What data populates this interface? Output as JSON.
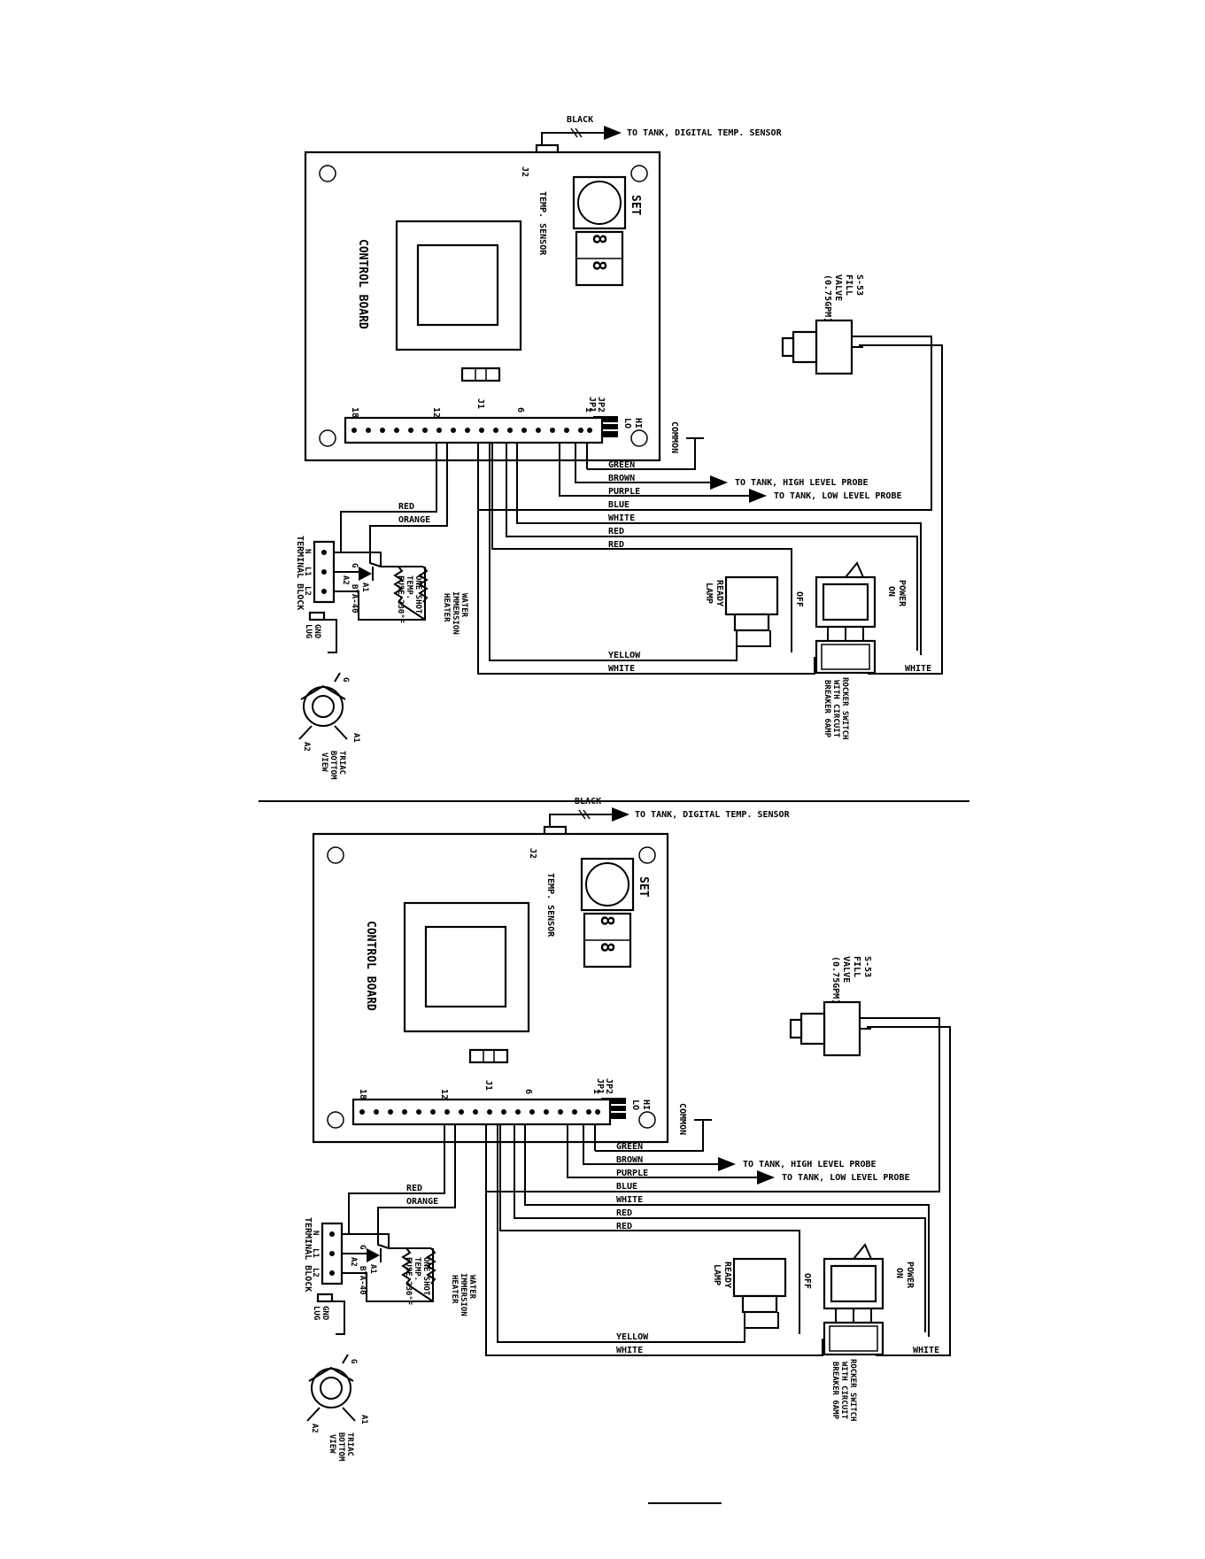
{
  "arrow_text": {
    "black": "BLACK",
    "digital_sensor": "TO TANK, DIGITAL TEMP. SENSOR",
    "high_probe": "TO TANK, HIGH LEVEL PROBE",
    "low_probe": "TO TANK, LOW LEVEL PROBE"
  },
  "board": {
    "j2": "J2",
    "temp_sensor": "TEMP. SENSOR",
    "set": "SET",
    "label": "CONTROL BOARD",
    "j1": "J1",
    "pin18": "18",
    "pin12": "12",
    "pin6": "6",
    "pin1": "1",
    "jp2": "JP2",
    "jp1": "JP1",
    "lo": "LO",
    "hi": "HI",
    "common": "COMMON"
  },
  "fill_valve": {
    "l1": "S-53",
    "l2": "FILL",
    "l3": "VALVE",
    "l4": "(0.75GPM)"
  },
  "wires": {
    "green": "GREEN",
    "brown": "BROWN",
    "purple": "PURPLE",
    "blue": "BLUE",
    "white": "WHITE",
    "red": "RED",
    "orange": "ORANGE",
    "yellow": "YELLOW"
  },
  "terminal": {
    "title": "TERMINAL BLOCK",
    "n": "N",
    "l1": "L1",
    "l2": "L2",
    "gnd": "GND",
    "lug": "LUG"
  },
  "triac": {
    "g": "G",
    "a1": "A1",
    "a2": "A2",
    "part": "BTA-40",
    "t1": "TRIAC",
    "t2": "BOTTOM",
    "t3": "VIEW"
  },
  "fuse": {
    "l1": "ONE SHOT",
    "l2": "TEMP.",
    "l3": "FUSE 230°F"
  },
  "heater": {
    "l1": "WATER",
    "l2": "IMMERSION",
    "l3": "HEATER"
  },
  "lamp": {
    "l1": "READY",
    "l2": "LAMP"
  },
  "switch": {
    "off": "OFF",
    "power": "POWER",
    "on": "ON",
    "l1": "ROCKER SWITCH",
    "l2": "WITH CIRCUIT",
    "l3": "BREAKER 6AMP"
  }
}
